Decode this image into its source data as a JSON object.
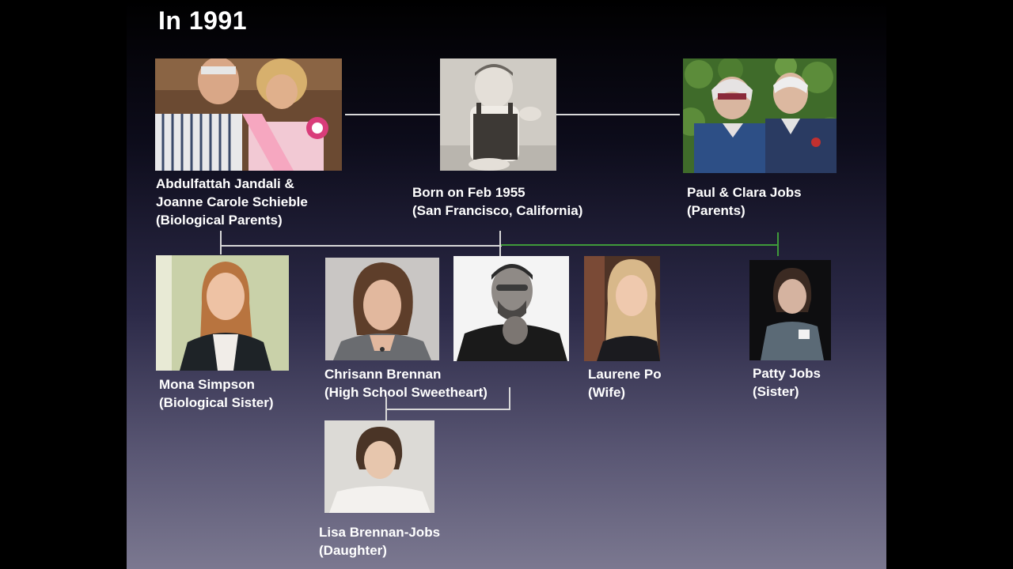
{
  "title": "In 1991",
  "people": {
    "bio_parents": {
      "line1": "Abdulfattah Jandali &",
      "line2": "Joanne Carole Schieble",
      "line3": "(Biological Parents)"
    },
    "born": {
      "line1": "Born on Feb 1955",
      "line2": "(San Francisco, California)"
    },
    "parents": {
      "line1": "Paul & Clara Jobs",
      "line2": "(Parents)"
    },
    "mona": {
      "line1": "Mona Simpson",
      "line2": "(Biological Sister)"
    },
    "chrisann": {
      "line1": "Chrisann Brennan",
      "line2": "(High School Sweetheart)"
    },
    "laurene": {
      "line1": "Laurene Po",
      "line2": "(Wife)"
    },
    "patty": {
      "line1": "Patty Jobs",
      "line2": "(Sister)"
    },
    "lisa": {
      "line1": "Lisa Brennan-Jobs",
      "line2": "(Daughter)"
    }
  },
  "colors": {
    "connector": "#d8d8d8",
    "sibling_connector": "#3f9a3a"
  }
}
